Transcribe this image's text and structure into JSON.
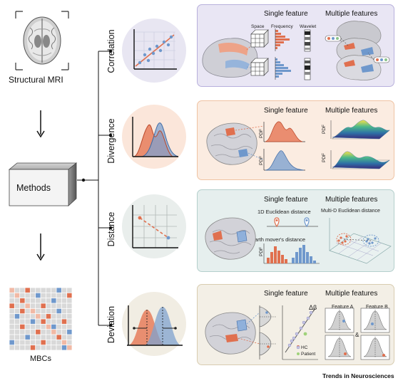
{
  "left": {
    "mri_label": "Structural MRI",
    "methods_label": "Methods",
    "mbcs_label": "MBCs"
  },
  "methods": [
    {
      "name": "Correlation"
    },
    {
      "name": "Divergence"
    },
    {
      "name": "Distance"
    },
    {
      "name": "Deviation"
    }
  ],
  "panels": {
    "correlation": {
      "single": "Single feature",
      "multiple": "Multiple features",
      "space": "Space",
      "frequency": "Frequency",
      "wavelet": "Wavelet"
    },
    "divergence": {
      "single": "Single feature",
      "multiple": "Multiple features",
      "pdf": "PDF"
    },
    "distance": {
      "single": "Single feature",
      "multiple": "Multiple features",
      "euclid1d": "1D Euclidean distance",
      "euclidmd": "Multi-D Euclidean distance",
      "emd": "Earth mover's distance",
      "pdf": "PDF"
    },
    "deviation": {
      "single": "Single feature",
      "multiple": "Multiple features",
      "delta": "Δβ",
      "hc": "HC",
      "patient": "Patient",
      "feature_a": "Feature A",
      "feature_b": "Feature B",
      "amp": "&"
    }
  },
  "footer": "Trends in Neurosciences",
  "colors": {
    "correlation_bg": "#e9e6f4",
    "correlation_border": "#b8b0dc",
    "divergence_bg": "#fbece1",
    "divergence_border": "#efc3a3",
    "distance_bg": "#e6efee",
    "distance_border": "#b4cfcc",
    "deviation_bg": "#f3efe6",
    "deviation_border": "#d8ccb0",
    "red": "#e0704f",
    "blue": "#6f98cc"
  }
}
